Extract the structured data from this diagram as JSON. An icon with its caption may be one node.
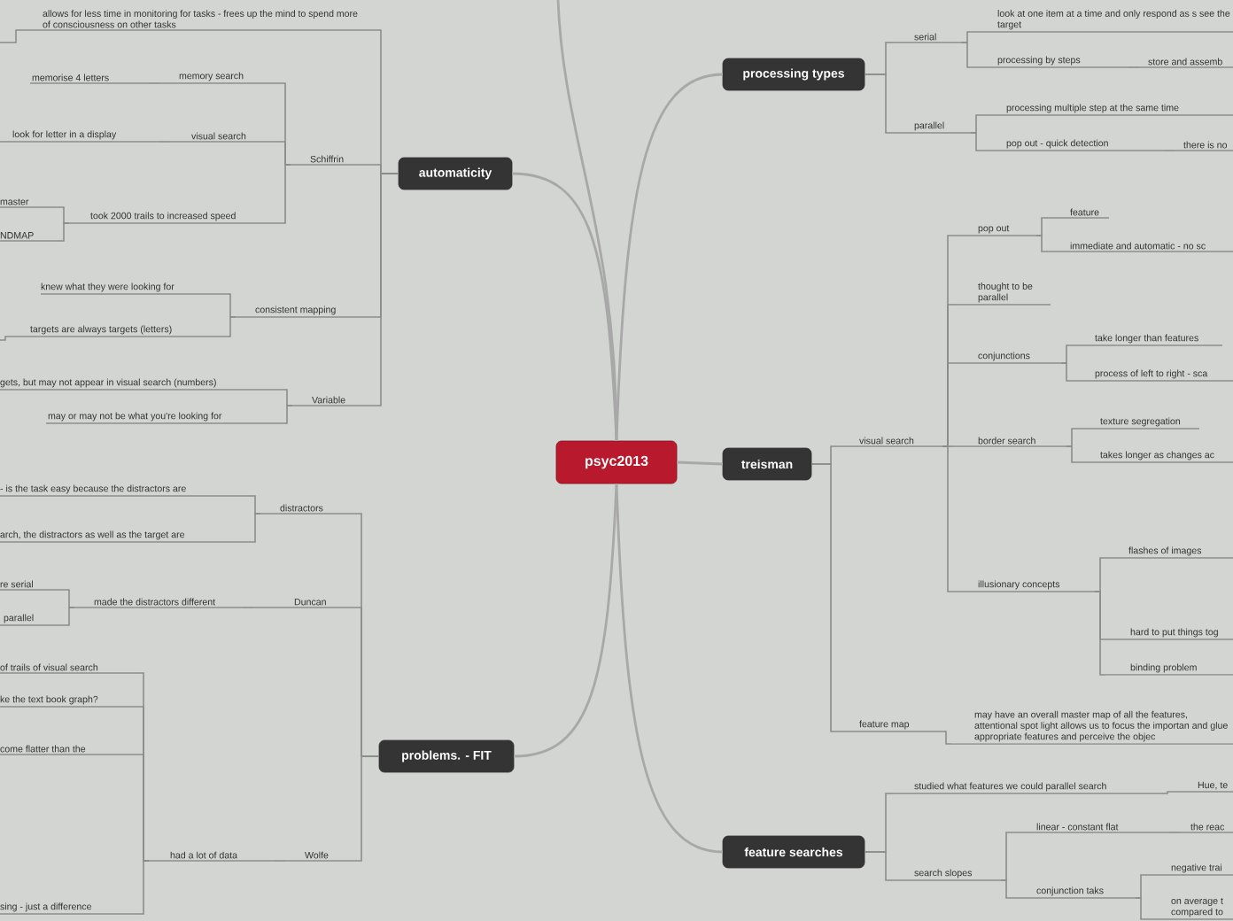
{
  "diagram": {
    "nodes": [
      {
        "text": [
          "psyc2013"
        ]
      },
      {
        "text": [
          "automaticity"
        ]
      },
      {
        "text": [
          "allows for less time in monitoring for tasks - frees up the mind to spend more of consciousness on other tasks"
        ]
      },
      {
        "text": [
          "Schiffrin"
        ]
      },
      {
        "text": [
          "memory search"
        ]
      },
      {
        "text": [
          "memorise 4 letters"
        ]
      },
      {
        "text": [
          "visual search"
        ]
      },
      {
        "text": [
          "look for letter in a display"
        ]
      },
      {
        "text": [
          "took 2000 trails to increased speed"
        ]
      },
      {
        "text": [
          "master"
        ]
      },
      {
        "text": [
          "NDMAP"
        ]
      },
      {
        "text": [
          "consistent mapping"
        ]
      },
      {
        "text": [
          "knew what they were looking for"
        ]
      },
      {
        "text": [
          "targets are always targets (letters)"
        ]
      },
      {
        "text": [
          "Variable"
        ]
      },
      {
        "text": [
          "gets, but may not appear in visual search (numbers)"
        ]
      },
      {
        "text": [
          "may or may not be what you're looking for"
        ]
      },
      {
        "text": [
          "problems. - FIT"
        ]
      },
      {
        "text": [
          "distractors"
        ]
      },
      {
        "text": [
          "- is the task easy because the distractors are"
        ]
      },
      {
        "text": [
          "arch, the distractors as well as the target are"
        ]
      },
      {
        "text": [
          "Duncan"
        ]
      },
      {
        "text": [
          "made the distractors different"
        ]
      },
      {
        "text": [
          "re serial"
        ]
      },
      {
        "text": [
          "parallel"
        ]
      },
      {
        "text": [
          "Wolfe"
        ]
      },
      {
        "text": [
          "had a lot of data"
        ]
      },
      {
        "text": [
          "of trails of visual search"
        ]
      },
      {
        "text": [
          "ke the text book graph?"
        ]
      },
      {
        "text": [
          "come flatter than the"
        ]
      },
      {
        "text": [
          "sing - just a difference"
        ]
      },
      {
        "text": [
          "processing types"
        ]
      },
      {
        "text": [
          "serial"
        ]
      },
      {
        "text": [
          "look at one item at a time and only respond as s see the target"
        ]
      },
      {
        "text": [
          "processing by steps"
        ]
      },
      {
        "text": [
          "store and assemb"
        ]
      },
      {
        "text": [
          "parallel"
        ]
      },
      {
        "text": [
          "processing multiple step at the same time"
        ]
      },
      {
        "text": [
          "pop out - quick detection"
        ]
      },
      {
        "text": [
          "there is no"
        ]
      },
      {
        "text": [
          "treisman"
        ]
      },
      {
        "text": [
          "visual search"
        ]
      },
      {
        "text": [
          "pop out"
        ]
      },
      {
        "text": [
          "feature"
        ]
      },
      {
        "text": [
          "immediate and automatic - no sc"
        ]
      },
      {
        "text": [
          "thought to be parallel"
        ]
      },
      {
        "text": [
          "conjunctions"
        ]
      },
      {
        "text": [
          "take longer than features"
        ]
      },
      {
        "text": [
          "process of left to right - sca"
        ]
      },
      {
        "text": [
          "border search"
        ]
      },
      {
        "text": [
          "texture segregation"
        ]
      },
      {
        "text": [
          "takes longer as changes ac"
        ]
      },
      {
        "text": [
          "illusionary concepts"
        ]
      },
      {
        "text": [
          "flashes of images"
        ]
      },
      {
        "text": [
          "hard to put things tog"
        ]
      },
      {
        "text": [
          "binding problem"
        ]
      },
      {
        "text": [
          "feature map"
        ]
      },
      {
        "text": [
          "may have an overall master map of all the features, attentional spot light allows us to focus the importan and glue appropriate features and perceive the objec"
        ]
      },
      {
        "text": [
          "feature searches"
        ]
      },
      {
        "text": [
          "studied what features we could parallel search"
        ]
      },
      {
        "text": [
          "Hue, te"
        ]
      },
      {
        "text": [
          "search slopes"
        ]
      },
      {
        "text": [
          "linear - constant flat"
        ]
      },
      {
        "text": [
          "the reac"
        ]
      },
      {
        "text": [
          "conjunction taks"
        ]
      },
      {
        "text": [
          "negative trai"
        ]
      },
      {
        "text": [
          "on average t compared to"
        ]
      }
    ],
    "edges": [
      {
        "from": 0,
        "to": 1,
        "arrow": "none"
      },
      {
        "from": 0,
        "to": 17,
        "arrow": "none"
      },
      {
        "from": 0,
        "to": 31,
        "arrow": "none"
      },
      {
        "from": 0,
        "to": 40,
        "arrow": "none"
      },
      {
        "from": 0,
        "to": 58,
        "arrow": "none"
      },
      {
        "from": 0,
        "to": null,
        "arrow": "none"
      },
      {
        "from": 1,
        "to": 2,
        "arrow": "none"
      },
      {
        "from": 2,
        "to": null,
        "arrow": "none"
      },
      {
        "from": 1,
        "to": 3,
        "arrow": "none"
      },
      {
        "from": 3,
        "to": 4,
        "arrow": "none"
      },
      {
        "from": 4,
        "to": 5,
        "arrow": "none"
      },
      {
        "from": 3,
        "to": 6,
        "arrow": "none"
      },
      {
        "from": 6,
        "to": 7,
        "arrow": "none"
      },
      {
        "from": 3,
        "to": 8,
        "arrow": "none"
      },
      {
        "from": 8,
        "to": 9,
        "arrow": "none"
      },
      {
        "from": 8,
        "to": 10,
        "arrow": "none"
      },
      {
        "from": 1,
        "to": 11,
        "arrow": "none"
      },
      {
        "from": 11,
        "to": 12,
        "arrow": "none"
      },
      {
        "from": 11,
        "to": 13,
        "arrow": "none"
      },
      {
        "from": 13,
        "to": null,
        "arrow": "none"
      },
      {
        "from": 1,
        "to": 14,
        "arrow": "none"
      },
      {
        "from": 14,
        "to": 15,
        "arrow": "none"
      },
      {
        "from": 14,
        "to": 16,
        "arrow": "none"
      },
      {
        "from": 17,
        "to": 18,
        "arrow": "none"
      },
      {
        "from": 18,
        "to": 19,
        "arrow": "none"
      },
      {
        "from": 18,
        "to": 20,
        "arrow": "none"
      },
      {
        "from": 17,
        "to": 21,
        "arrow": "none"
      },
      {
        "from": 21,
        "to": 22,
        "arrow": "none"
      },
      {
        "from": 22,
        "to": 23,
        "arrow": "none"
      },
      {
        "from": 22,
        "to": 24,
        "arrow": "none"
      },
      {
        "from": 17,
        "to": 25,
        "arrow": "none"
      },
      {
        "from": 25,
        "to": 26,
        "arrow": "none"
      },
      {
        "from": 26,
        "to": 27,
        "arrow": "none"
      },
      {
        "from": 26,
        "to": 28,
        "arrow": "none"
      },
      {
        "from": 26,
        "to": 29,
        "arrow": "none"
      },
      {
        "from": 26,
        "to": 30,
        "arrow": "none"
      },
      {
        "from": 31,
        "to": 32,
        "arrow": "none"
      },
      {
        "from": 32,
        "to": 33,
        "arrow": "none"
      },
      {
        "from": 32,
        "to": 34,
        "arrow": "none"
      },
      {
        "from": 34,
        "to": 35,
        "arrow": "none"
      },
      {
        "from": 31,
        "to": 36,
        "arrow": "none"
      },
      {
        "from": 36,
        "to": 37,
        "arrow": "none"
      },
      {
        "from": 36,
        "to": 38,
        "arrow": "none"
      },
      {
        "from": 38,
        "to": 39,
        "arrow": "none"
      },
      {
        "from": 40,
        "to": 41,
        "arrow": "none"
      },
      {
        "from": 41,
        "to": 42,
        "arrow": "none"
      },
      {
        "from": 42,
        "to": 43,
        "arrow": "none"
      },
      {
        "from": 42,
        "to": 44,
        "arrow": "none"
      },
      {
        "from": 41,
        "to": 45,
        "arrow": "none"
      },
      {
        "from": 41,
        "to": 46,
        "arrow": "none"
      },
      {
        "from": 46,
        "to": 47,
        "arrow": "none"
      },
      {
        "from": 46,
        "to": 48,
        "arrow": "none"
      },
      {
        "from": 41,
        "to": 49,
        "arrow": "none"
      },
      {
        "from": 49,
        "to": 50,
        "arrow": "none"
      },
      {
        "from": 49,
        "to": 51,
        "arrow": "none"
      },
      {
        "from": 41,
        "to": 52,
        "arrow": "none"
      },
      {
        "from": 52,
        "to": 53,
        "arrow": "none"
      },
      {
        "from": 52,
        "to": 54,
        "arrow": "none"
      },
      {
        "from": 52,
        "to": 55,
        "arrow": "none"
      },
      {
        "from": 40,
        "to": 56,
        "arrow": "none"
      },
      {
        "from": 56,
        "to": 57,
        "arrow": "none"
      },
      {
        "from": 58,
        "to": 59,
        "arrow": "none"
      },
      {
        "from": 59,
        "to": 60,
        "arrow": "none"
      },
      {
        "from": 58,
        "to": 61,
        "arrow": "none"
      },
      {
        "from": 61,
        "to": 62,
        "arrow": "none"
      },
      {
        "from": 62,
        "to": 63,
        "arrow": "none"
      },
      {
        "from": 61,
        "to": 64,
        "arrow": "none"
      },
      {
        "from": 64,
        "to": 65,
        "arrow": "none"
      },
      {
        "from": 64,
        "to": 66,
        "arrow": "none"
      }
    ]
  }
}
